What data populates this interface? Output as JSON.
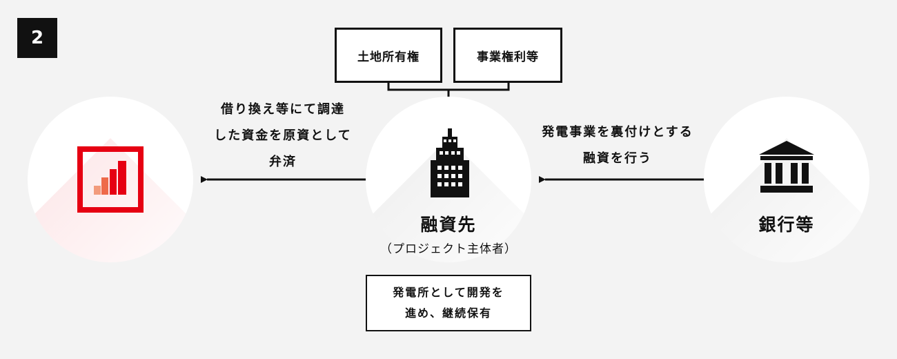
{
  "step": "2",
  "assets": {
    "left": "土地所有権",
    "right": "事業権利等"
  },
  "project": {
    "name": "融資先",
    "subtitle": "（プロジェクト主体者）",
    "note_lines": [
      "発電所として開発を",
      "進め、継続保有"
    ]
  },
  "bank": {
    "name": "銀行等"
  },
  "flows": {
    "bank_to_project_lines": [
      "発電事業を裏付けとする",
      "融資を行う"
    ],
    "project_to_investor_lines": [
      "借り換え等にて調達",
      "した資金を原資として",
      "弁済"
    ]
  },
  "colors": {
    "brand_red": "#e60012",
    "bar_light": "#f29b7c",
    "bar_mid": "#ee6a4a",
    "ink": "#111111"
  },
  "icons": {
    "investor": "brand-logo-icon",
    "project": "building-icon",
    "bank": "bank-icon"
  }
}
